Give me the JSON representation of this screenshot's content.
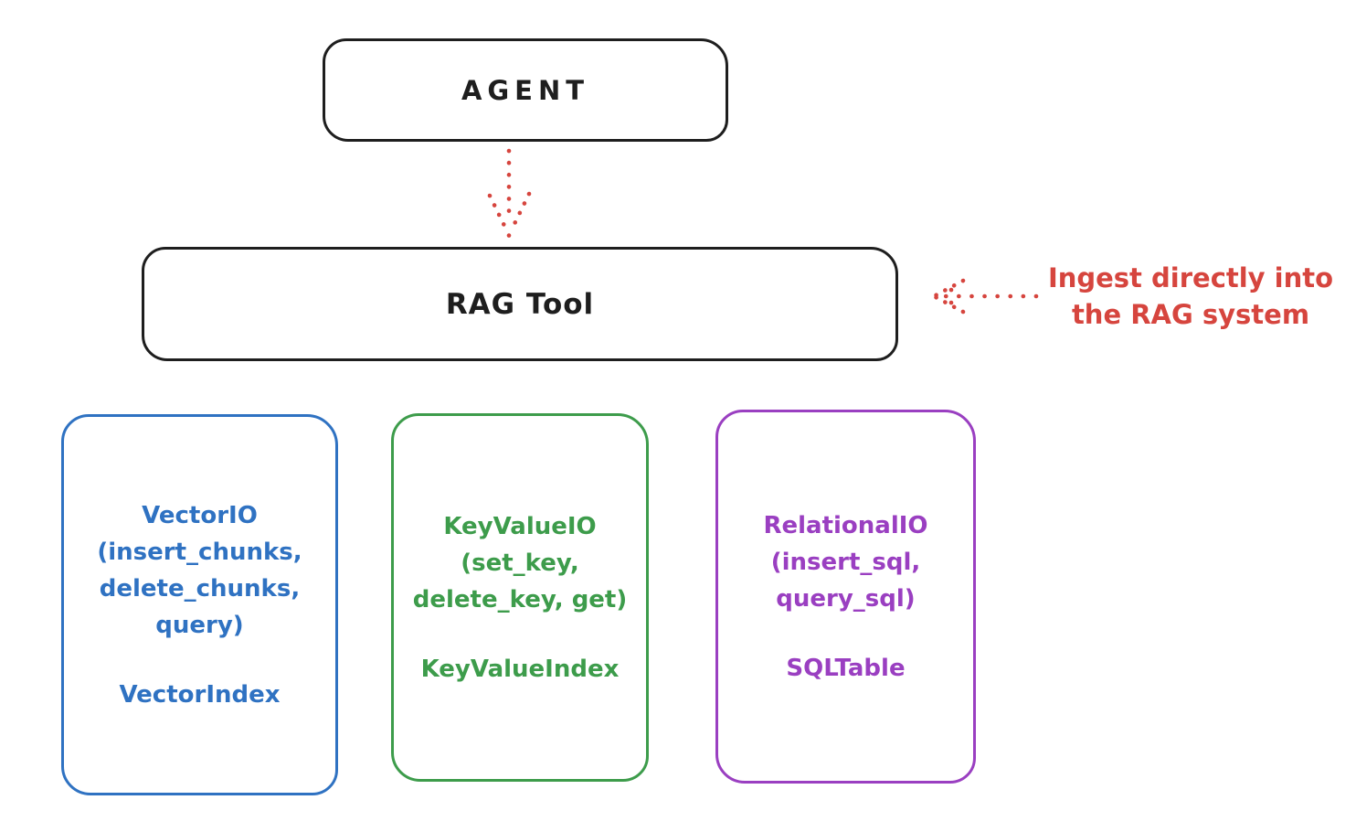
{
  "diagram": {
    "title_hint": "RAG Tool architecture diagram",
    "background_color": "#ffffff",
    "ink_color": "#1e1e1e",
    "accent_red": "#d6453e",
    "agent": {
      "label": "AGENT"
    },
    "rag_tool": {
      "label": "RAG Tool"
    },
    "annotation": {
      "line1": "Ingest directly into",
      "line2": "the RAG system",
      "color": "#d6453e"
    },
    "arrows": [
      {
        "name": "agent-to-rag-tool",
        "style": "dotted",
        "direction": "down",
        "color": "#d6453e"
      },
      {
        "name": "ingest-into-rag-tool",
        "style": "dotted",
        "direction": "left",
        "color": "#d6453e"
      }
    ],
    "providers": [
      {
        "name": "vector-io",
        "color": "#2f72c2",
        "lines": [
          "VectorIO",
          "(insert_chunks,",
          "delete_chunks,",
          "query)"
        ],
        "index_label": "VectorIndex"
      },
      {
        "name": "key-value-io",
        "color": "#3d9c4b",
        "lines": [
          "KeyValueIO",
          "(set_key,",
          "delete_key, get)"
        ],
        "index_label": "KeyValueIndex"
      },
      {
        "name": "relational-io",
        "color": "#9a3fc1",
        "lines": [
          "RelationalIO",
          "(insert_sql,",
          "query_sql)"
        ],
        "index_label": "SQLTable"
      }
    ]
  }
}
